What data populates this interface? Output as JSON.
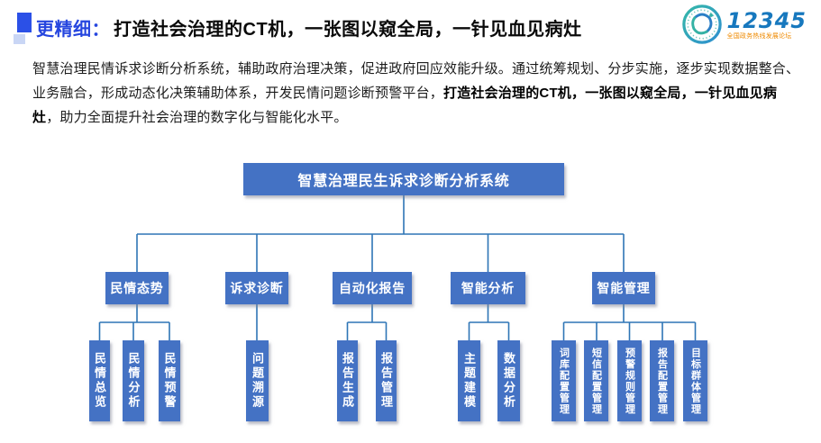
{
  "header": {
    "tag": "更精细：",
    "title": "打造社会治理的CT机，一张图以窥全局，一针见血见病灶"
  },
  "logo": {
    "number": "12345",
    "subtitle": "全国政务热线发展论坛"
  },
  "intro": {
    "pre": "智慧治理民情诉求诊断分析系统，辅助政府治理决策，促进政府回应效能升级。通过统筹规划、分步实施，逐步实现数据整合、业务融合，形成动态化决策辅助体系，开发民情问题诊断预警平台，",
    "bold": "打造社会治理的CT机，一张图以窥全局，一针见血见病灶",
    "post": "，助力全面提升社会治理的数字化与智能化水平。"
  },
  "tree": {
    "root": "智慧治理民生诉求诊断分析系统",
    "branches": [
      {
        "label": "民情态势",
        "children": [
          "民情总览",
          "民情分析",
          "民情预警"
        ]
      },
      {
        "label": "诉求诊断",
        "children": [
          "问题溯源"
        ]
      },
      {
        "label": "自动化报告",
        "children": [
          "报告生成",
          "报告管理"
        ]
      },
      {
        "label": "智能分析",
        "children": [
          "主题建模",
          "数据分析"
        ]
      },
      {
        "label": "智能管理",
        "children": [
          "词库配置管理",
          "短信配置管理",
          "预警规则管理",
          "报告配置管理",
          "目标群体管理"
        ]
      }
    ]
  },
  "colors": {
    "node_fill": "#4472C4",
    "connector": "#2E75B6",
    "accent_blue": "#2646DF",
    "logo_blue": "#1778BE",
    "logo_orange": "#EF8A00"
  }
}
